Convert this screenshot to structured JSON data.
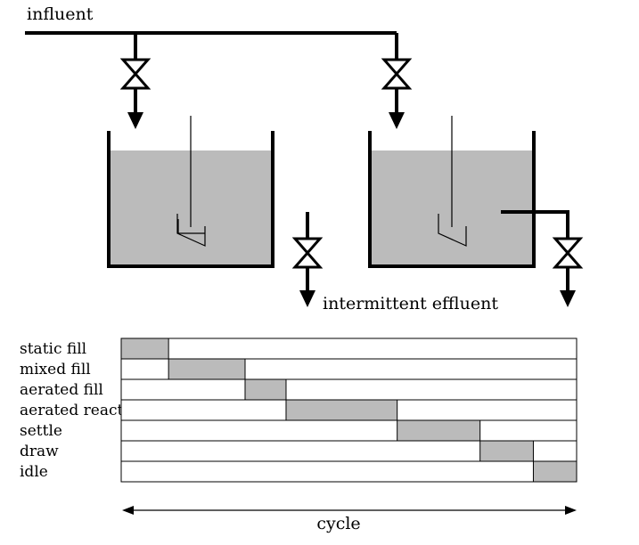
{
  "labels": {
    "influent": "influent",
    "effluent": "intermittent effluent",
    "cycle": "cycle"
  },
  "colors": {
    "water": "#bbbbbb",
    "line": "#000000",
    "phase_fill": "#bbbbbb"
  },
  "timeline": {
    "phases": [
      {
        "name": "static fill",
        "start": 0.0,
        "end": 0.104
      },
      {
        "name": "mixed fill",
        "start": 0.104,
        "end": 0.272
      },
      {
        "name": "aerated fill",
        "start": 0.272,
        "end": 0.362
      },
      {
        "name": "aerated react",
        "start": 0.362,
        "end": 0.606
      },
      {
        "name": "settle",
        "start": 0.606,
        "end": 0.788
      },
      {
        "name": "draw",
        "start": 0.788,
        "end": 0.905
      },
      {
        "name": "idle",
        "start": 0.905,
        "end": 1.0
      }
    ]
  }
}
